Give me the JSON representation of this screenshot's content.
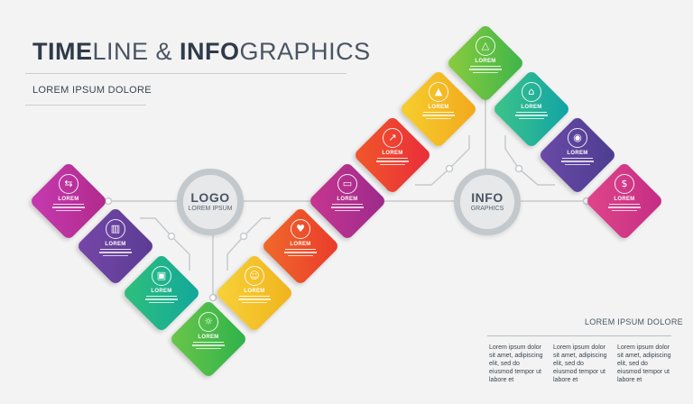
{
  "header": {
    "title_part1_bold": "TIME",
    "title_part2": "LINE & ",
    "title_part3_bold": "INFO",
    "title_part4": "GRAPHICS",
    "subtitle": "LOREM IPSUM DOLORE"
  },
  "hubs": [
    {
      "main": "LOGO",
      "sub": "LOREM IPSUM"
    },
    {
      "main": "INFO",
      "sub": "GRAPHICS"
    }
  ],
  "tiles": [
    {
      "label": "LOREM",
      "icon": "arrows-icon",
      "glyph": "⇆",
      "color_from": "#b12a8c",
      "color_to": "#c63ab0"
    },
    {
      "label": "LOREM",
      "icon": "bar-chart-icon",
      "glyph": "▥",
      "color_from": "#5a3c93",
      "color_to": "#7646a8"
    },
    {
      "label": "LOREM",
      "icon": "briefcase-icon",
      "glyph": "▣",
      "color_from": "#11a79c",
      "color_to": "#2fc07a"
    },
    {
      "label": "LOREM",
      "icon": "lightbulb-icon",
      "glyph": "☼",
      "color_from": "#2db24a",
      "color_to": "#6cc64a"
    },
    {
      "label": "LOREM",
      "icon": "people-icon",
      "glyph": "☺",
      "color_from": "#f0b31c",
      "color_to": "#f7d23a"
    },
    {
      "label": "LOREM",
      "icon": "heart-icon",
      "glyph": "♥",
      "color_from": "#ea3a2c",
      "color_to": "#f06a2a"
    },
    {
      "label": "LOREM",
      "icon": "chat-icon",
      "glyph": "▭",
      "color_from": "#9b2a8c",
      "color_to": "#c8368e"
    },
    {
      "label": "LOREM",
      "icon": "trend-icon",
      "glyph": "↗",
      "color_from": "#ea2c3a",
      "color_to": "#f0582a"
    },
    {
      "label": "LOREM",
      "icon": "graduation-cap-icon",
      "glyph": "▲",
      "color_from": "#f2a81c",
      "color_to": "#f6cf2e"
    },
    {
      "label": "LOREM",
      "icon": "triangle-icon",
      "glyph": "△",
      "color_from": "#3cb44a",
      "color_to": "#8ccc3e"
    },
    {
      "label": "LOREM",
      "icon": "house-icon",
      "glyph": "⌂",
      "color_from": "#10a3a6",
      "color_to": "#3ec488"
    },
    {
      "label": "LOREM",
      "icon": "signal-icon",
      "glyph": "◉",
      "color_from": "#4c3d8f",
      "color_to": "#6b4aa8"
    },
    {
      "label": "LOREM",
      "icon": "dollar-icon",
      "glyph": "$",
      "color_from": "#c42c84",
      "color_to": "#e0468a"
    }
  ],
  "footer": {
    "title": "LOREM IPSUM DOLORE",
    "columns": [
      "Lorem ipsum dolor sit amet, adipiscing elit, sed do eiusmod tempor ut labore et",
      "Lorem ipsum dolor sit amet, adipiscing elit, sed do eiusmod tempor ut labore et",
      "Lorem ipsum dolor sit amet, adipiscing elit, sed do eiusmod tempor ut labore et"
    ]
  }
}
